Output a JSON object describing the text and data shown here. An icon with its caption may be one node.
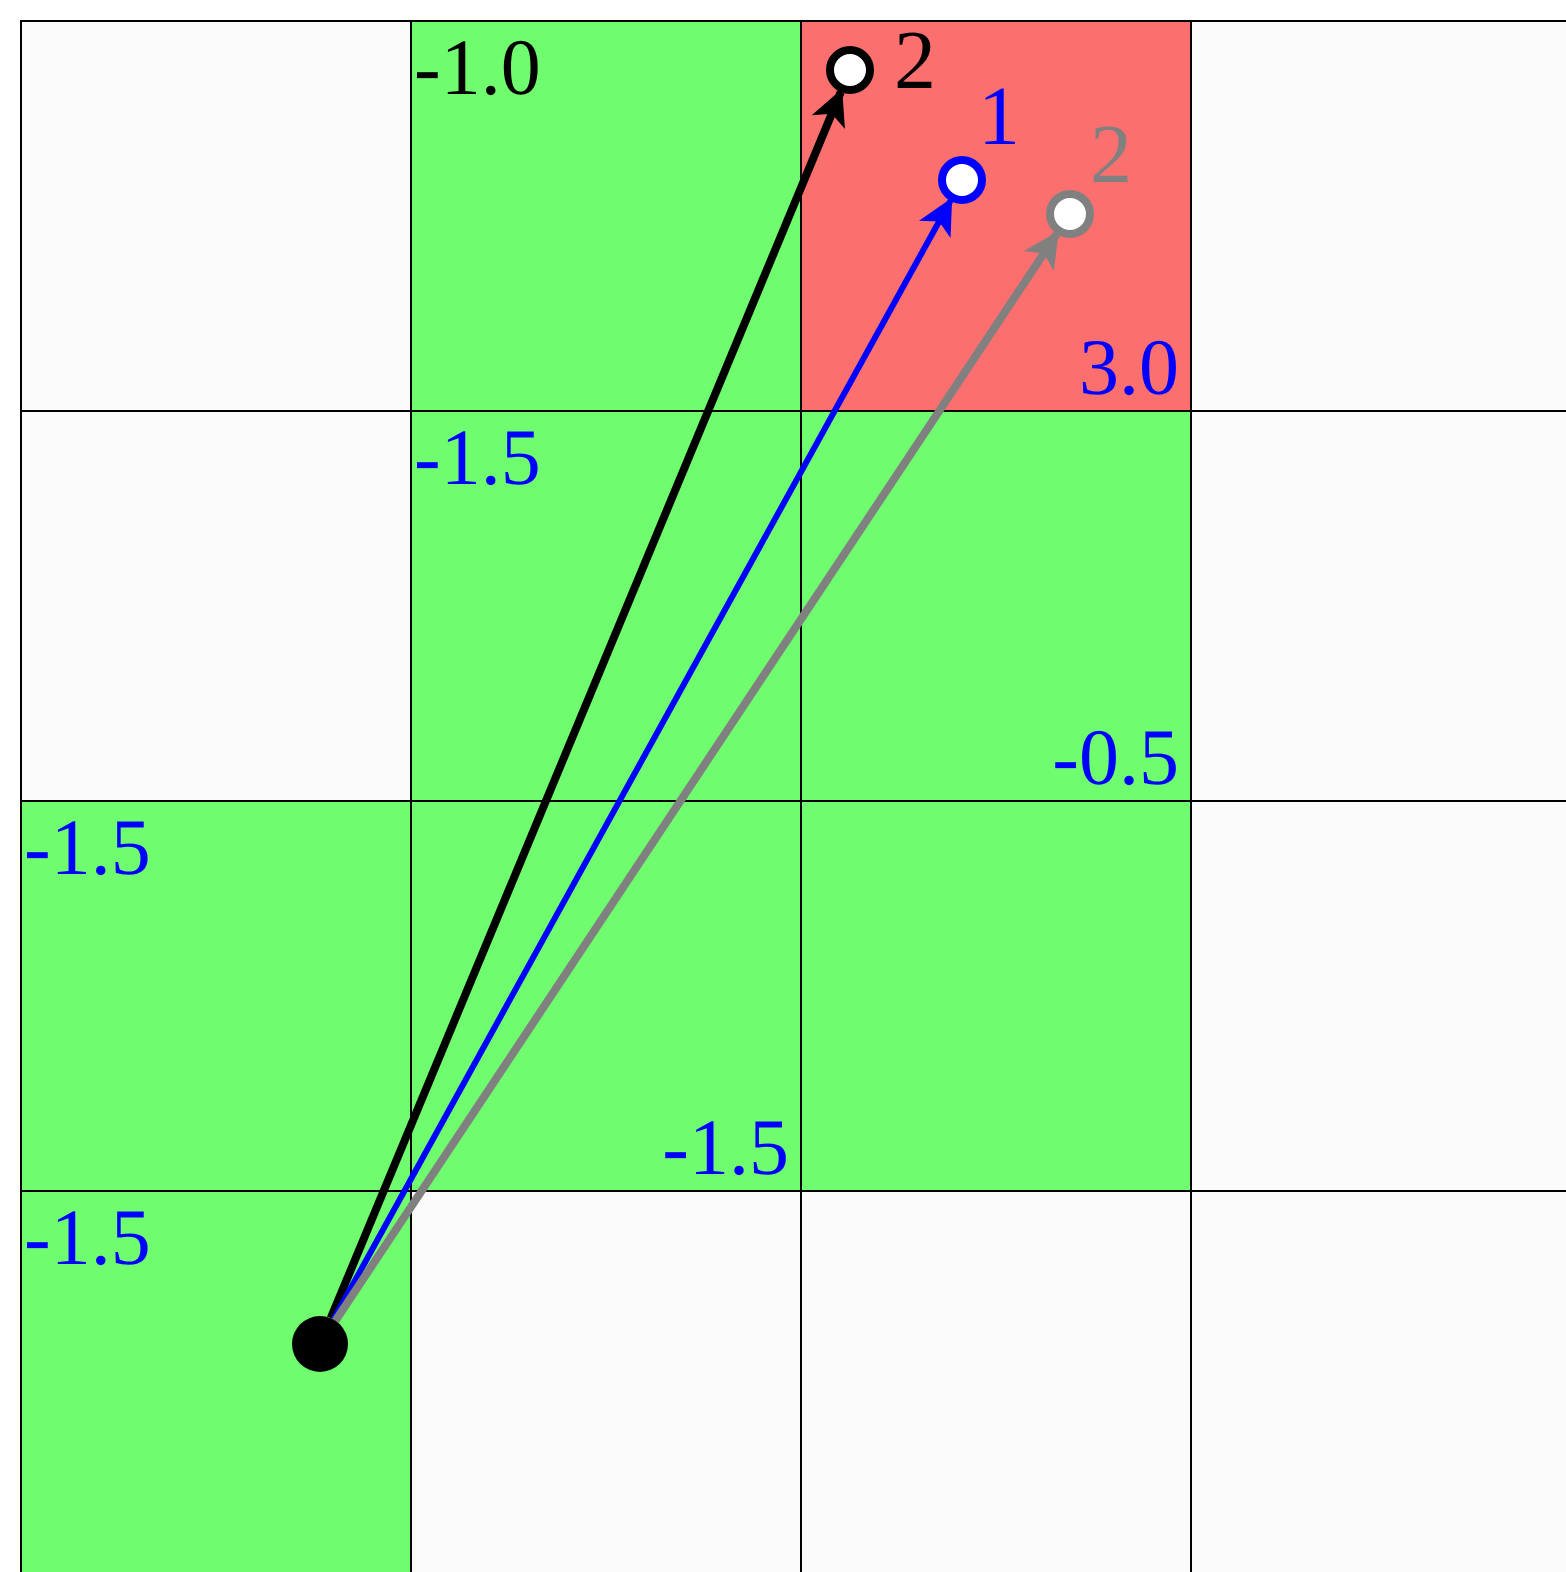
{
  "diagram": {
    "nodes": [
      {
        "text": [],
        "shape": "circle"
      },
      {
        "text": [],
        "shape": "circle",
        "beside": [
          "2"
        ]
      },
      {
        "text": [],
        "shape": "circle",
        "beside": [
          "1"
        ]
      },
      {
        "text": [],
        "shape": "circle",
        "beside": [
          "2"
        ]
      }
    ],
    "edges": [
      {
        "from": 0,
        "to": 1,
        "arrow": "to"
      },
      {
        "from": 0,
        "to": 2,
        "arrow": "to",
        "color": "#0000ff"
      },
      {
        "from": 0,
        "to": 3,
        "arrow": "to",
        "color": "#808080"
      }
    ],
    "labels": [
      "-1.0",
      "3.0",
      "-1.5",
      "-0.5",
      "-1.5",
      "-1.5",
      "-1.5"
    ]
  }
}
